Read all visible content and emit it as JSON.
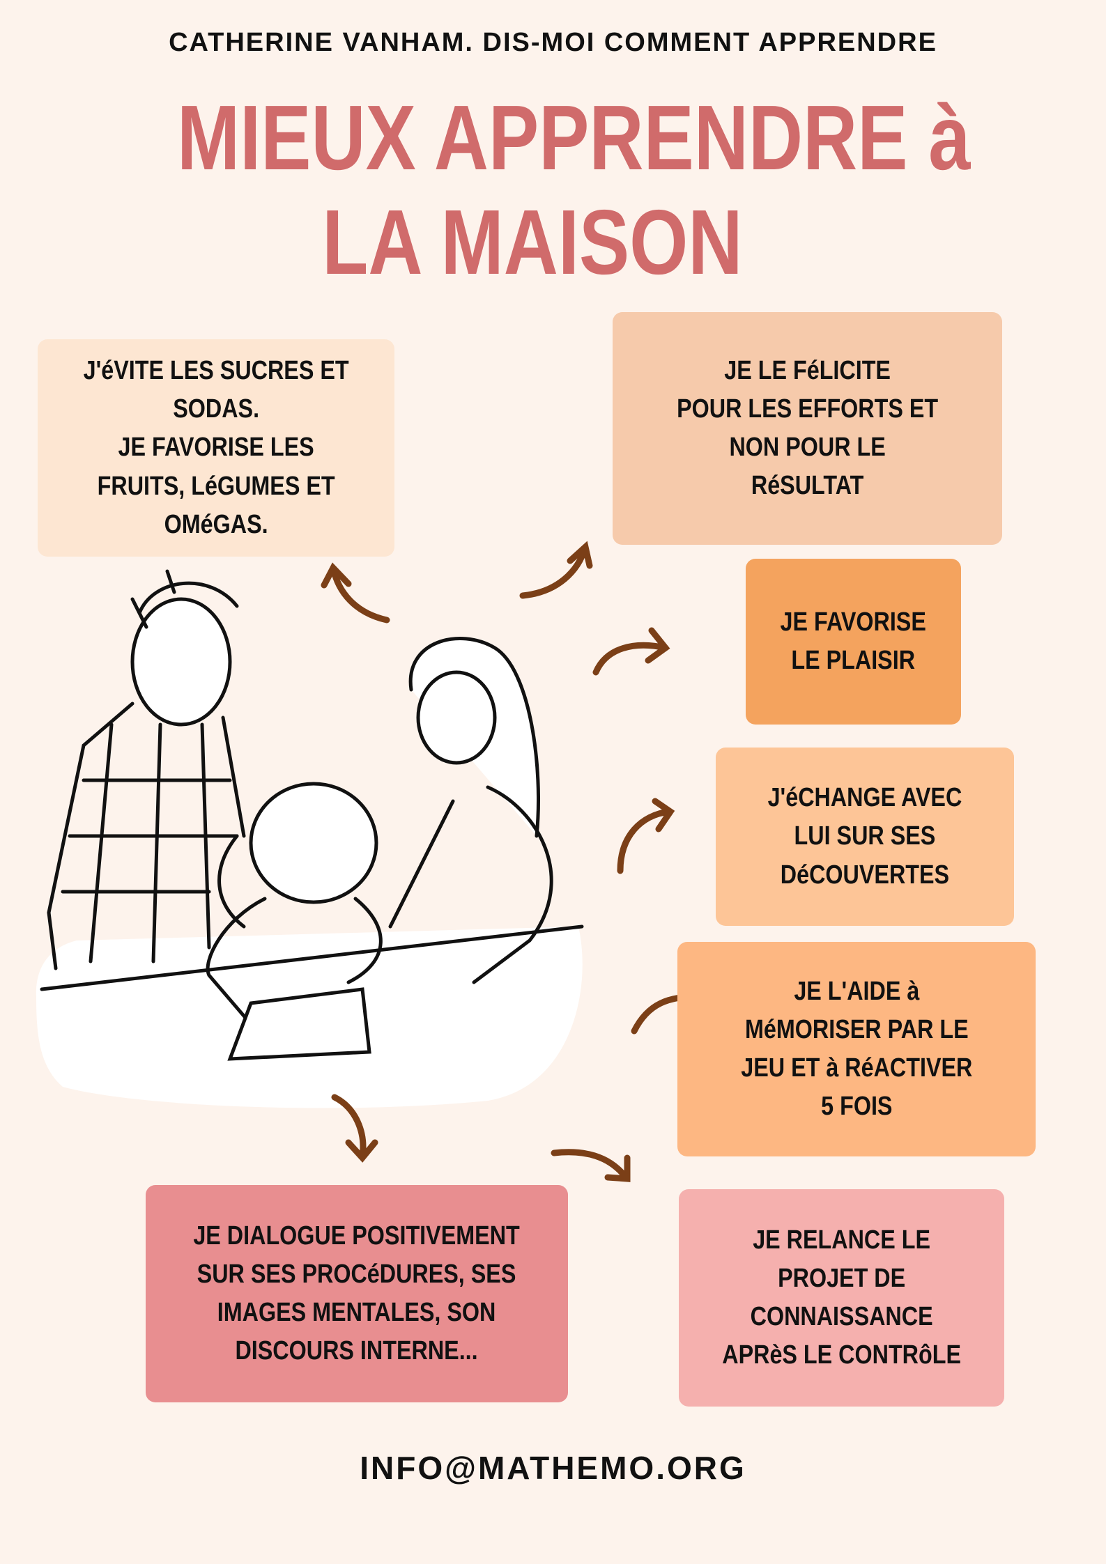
{
  "header": {
    "author_line": "CATHERINE VANHAM. DIS-MOI COMMENT APPRENDRE"
  },
  "title": {
    "line1": "MIEUX APPRENDRE à",
    "line2": "LA MAISON"
  },
  "tips": [
    {
      "text": "J'éVITE LES SUCRES ET\nSODAS.\nJE FAVORISE LES\nFRUITS, LéGUMES ET\nOMéGAS.",
      "color": "#fde6d2"
    },
    {
      "text": "JE LE FéLICITE\nPOUR LES EFFORTS ET\nNON POUR LE\nRéSULTAT",
      "color": "#f6caab"
    },
    {
      "text": "JE FAVORISE\nLE PLAISIR",
      "color": "#f4a35e"
    },
    {
      "text": "J'éCHANGE AVEC\nLUI SUR SES\nDéCOUVERTES",
      "color": "#fdc597"
    },
    {
      "text": "JE L'AIDE à\nMéMORISER PAR LE\nJEU ET à RéACTIVER\n5 FOIS",
      "color": "#fdb782"
    },
    {
      "text": "JE DIALOGUE POSITIVEMENT\nSUR SES PROCéDURES, SES\nIMAGES MENTALES, SON\nDISCOURS INTERNE...",
      "color": "#e88e90"
    },
    {
      "text": "JE RELANCE LE\nPROJET DE\nCONNAISSANCE\nAPRèS LE CONTRôLE",
      "color": "#f5b0ae"
    }
  ],
  "footer": {
    "email": "INFO@MATHEMO.ORG"
  },
  "colors": {
    "background": "#fdf3ec",
    "title": "#d06b6b",
    "arrow": "#7b3f17"
  }
}
